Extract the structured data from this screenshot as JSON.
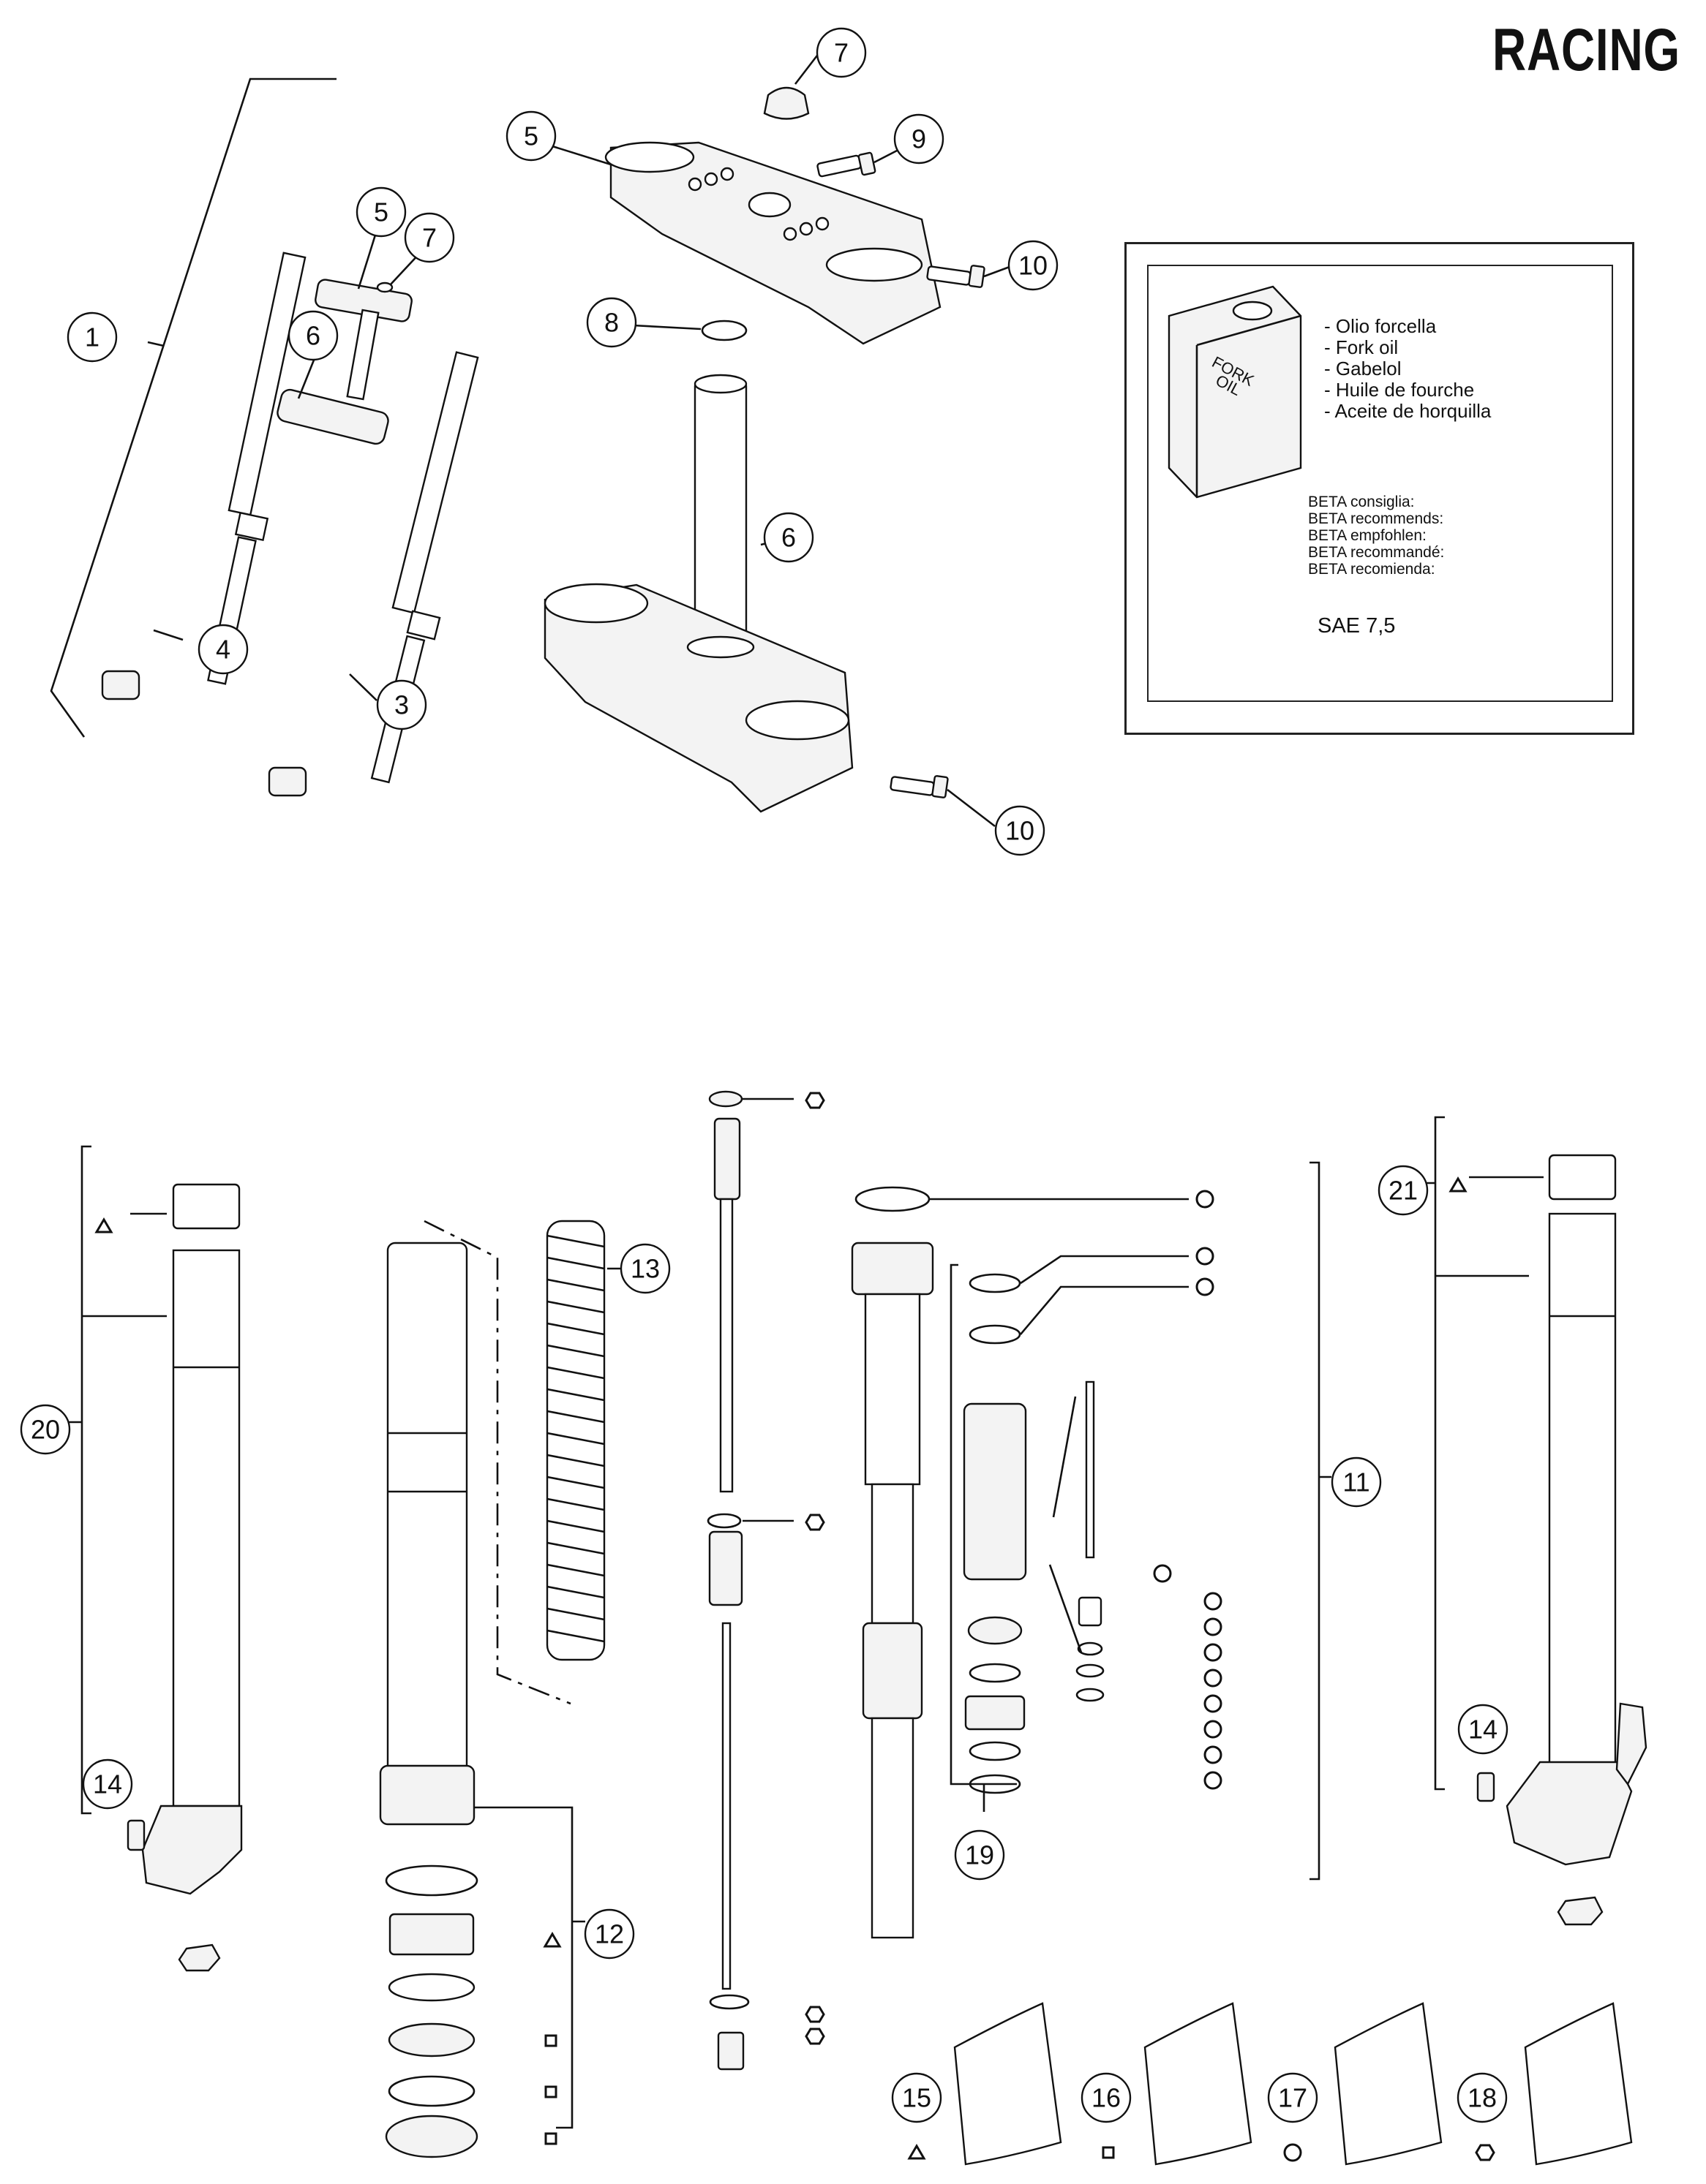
{
  "header": {
    "title": "RACING"
  },
  "oil_box": {
    "can_label": "FORK\nOIL",
    "names": [
      "- Olio forcella",
      "- Fork oil",
      "- Gabelol",
      "- Huile de fourche",
      "- Aceite de horquilla"
    ],
    "recommends": [
      "BETA consiglia:",
      "BETA recommends:",
      "BETA empfohlen:",
      "BETA recommandé:",
      "BETA recomienda:"
    ],
    "grade": "SAE 7,5"
  },
  "callouts": [
    "1",
    "3",
    "4",
    "5",
    "6",
    "7",
    "5",
    "7",
    "9",
    "10",
    "8",
    "6",
    "10",
    "13",
    "12",
    "20",
    "14",
    "21",
    "14",
    "11",
    "19",
    "15",
    "16",
    "17",
    "18"
  ],
  "legend_symbols": [
    "triangle",
    "square",
    "circle",
    "hexagon"
  ],
  "colors": {
    "line": "#111111",
    "background": "#ffffff"
  }
}
